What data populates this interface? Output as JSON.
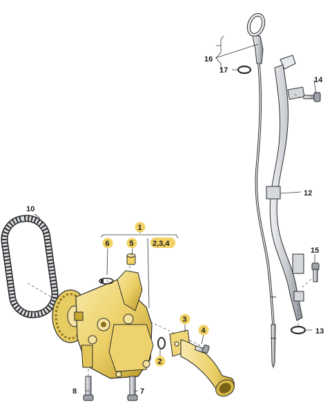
{
  "colors": {
    "part_highlight": "#f3dc7c",
    "part_shadow": "#c8a830",
    "part_dark": "#8a7020",
    "steel": "#c9ccd1",
    "steel_dark": "#7e838a",
    "belt": "#d9dde2",
    "badge": "#f2d264",
    "line": "#2b2b2b"
  },
  "callouts": {
    "p1": "1",
    "p2": "2",
    "p234": "2,3,4",
    "p3": "3",
    "p4": "4",
    "p5": "5",
    "p6": "6",
    "p7": "7",
    "p8": "8",
    "p10": "10",
    "p12": "12",
    "p13": "13",
    "p14": "14",
    "p15": "15",
    "p16": "16",
    "p17": "17"
  },
  "icons": {
    "oil_pump": "oil-pump-icon",
    "dipstick": "dipstick-icon",
    "guide_tube": "dipstick-guide-tube-icon",
    "drive_chain": "drive-chain-icon",
    "intake_pipe": "intake-pipe-icon"
  }
}
